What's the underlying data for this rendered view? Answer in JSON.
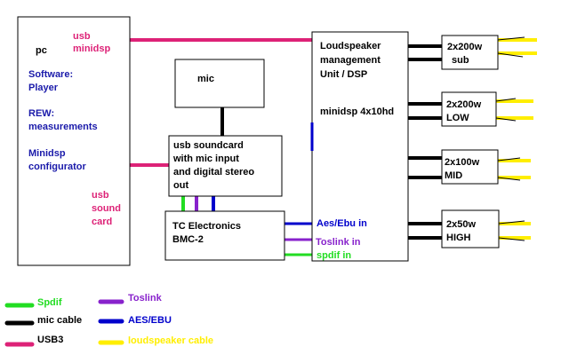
{
  "colors": {
    "spdif": "#22dd22",
    "mic_cable": "#000000",
    "usb3": "#dd2277",
    "toslink": "#8822cc",
    "aes_ebu": "#0000cc",
    "loudspeaker_cable": "#ffee00",
    "text_blue": "#1a1aaa",
    "text_pink": "#dd2277",
    "text_black": "#000000"
  },
  "pc": {
    "title": "pc",
    "usb_line1": "usb",
    "usb_line2": "minidsp",
    "software_line1": "Software:",
    "software_line2": "Player",
    "rew_line1": "REW:",
    "rew_line2": "measurements",
    "minidsp_line1": "Minidsp",
    "minidsp_line2": "configurator",
    "soundcard_line1": "usb",
    "soundcard_line2": "sound",
    "soundcard_line3": "card"
  },
  "mic": {
    "label": "mic"
  },
  "soundcard": {
    "line1": "usb soundcard",
    "line2": "with mic input",
    "line3": "and digital stereo",
    "line4": "out"
  },
  "tc": {
    "line1": "TC Electronics",
    "line2": "BMC-2"
  },
  "dsp": {
    "line1": "Loudspeaker",
    "line2": "management",
    "line3": "Unit / DSP",
    "model": "minidsp 4x10hd",
    "in_aes": "Aes/Ebu in",
    "in_toslink": "Toslink in",
    "in_spdif": "spdif in"
  },
  "amps": [
    {
      "line1": "2x200w",
      "line2": "sub"
    },
    {
      "line1": "2x200w",
      "line2": "LOW"
    },
    {
      "line1": "2x100w",
      "line2": "MID"
    },
    {
      "line1": "2x50w",
      "line2": "HIGH"
    }
  ],
  "legend": {
    "spdif": "Spdif",
    "mic_cable": "mic cable",
    "usb3": "USB3",
    "toslink": "Toslink",
    "aes_ebu": "AES/EBU",
    "loudspeaker_cable": "loudspeaker cable"
  }
}
